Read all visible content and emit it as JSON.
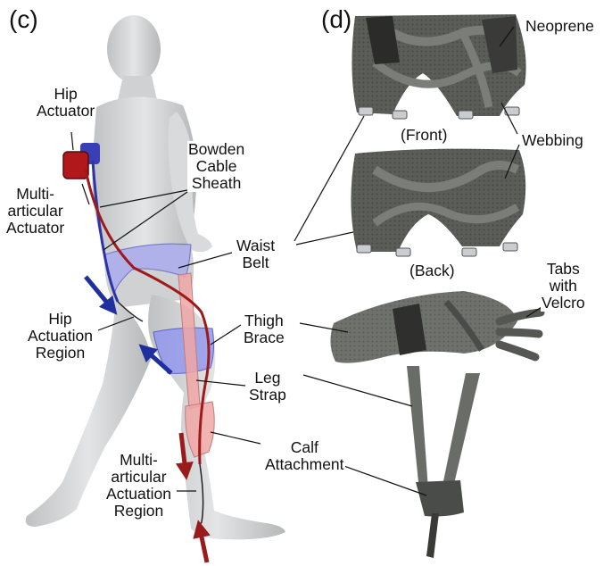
{
  "panels": {
    "left": "(c)",
    "right": "(d)"
  },
  "labels": {
    "hip_actuator": [
      "Hip",
      "Actuator"
    ],
    "bowden": [
      "Bowden",
      "Cable",
      "Sheath"
    ],
    "multi_actuator": [
      "Multi-",
      "articular",
      "Actuator"
    ],
    "waist_belt": [
      "Waist",
      "Belt"
    ],
    "hip_region": [
      "Hip",
      "Actuation",
      "Region"
    ],
    "thigh_brace": [
      "Thigh",
      "Brace"
    ],
    "leg_strap": [
      "Leg",
      "Strap"
    ],
    "calf_attachment": [
      "Calf",
      "Attachment"
    ],
    "multi_region": [
      "Multi-",
      "articular",
      "Actuation",
      "Region"
    ],
    "neoprene": "Neoprene",
    "front": "(Front)",
    "webbing": "Webbing",
    "back": "(Back)",
    "tabs_velcro": [
      "Tabs",
      "with",
      "Velcro"
    ]
  },
  "colors": {
    "body_skin": "#d3d5d6",
    "actuator_red": "#b0181c",
    "actuator_blue": "#3a3fb3",
    "cable_red": "#9e1a1a",
    "belt_overlay": "#a8a8f0",
    "thigh_overlay": "#8f95ee",
    "pink_overlay": "#f0a6a6",
    "arrow_blue": "#1f2fa0",
    "arrow_red": "#9a1b1b",
    "fabric_dark": "#4a4c49",
    "fabric_mid": "#6a6c68",
    "buckle": "#c9ccd0"
  }
}
